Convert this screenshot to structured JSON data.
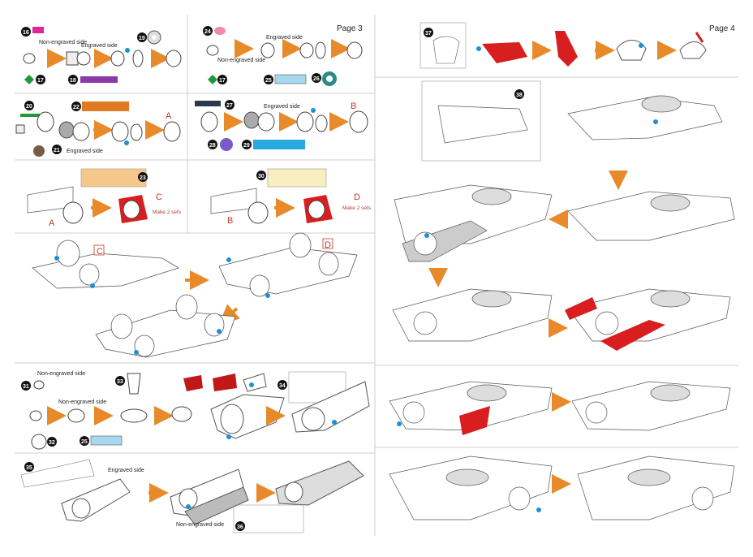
{
  "pages": {
    "left": "Page 3",
    "right": "Page 4"
  },
  "step_numbers": [
    "16",
    "17",
    "18",
    "19",
    "24",
    "17",
    "25",
    "26",
    "20",
    "21",
    "22",
    "27",
    "28",
    "29",
    "23",
    "30",
    "31",
    "32",
    "25",
    "33",
    "34",
    "35",
    "36",
    "37",
    "38"
  ],
  "labels": {
    "non_engraved_side": "Non-engraved side",
    "engraved_side": "Engraved side",
    "make_2_sets": "Make 2 sets"
  },
  "section_letters": {
    "a": "A",
    "b": "B",
    "c": "C",
    "d": "D"
  },
  "colors": {
    "arrow": "#e88a2a",
    "highlight_red": "#d81e1e",
    "dot_blue": "#1f8fd1",
    "panel_border": "#c8c8c8",
    "part_pink": "#e0249a",
    "part_green": "#1e9a3a",
    "part_purple": "#8a3aa8",
    "part_orange": "#e07a20",
    "part_brown": "#7a5a4a",
    "part_violet": "#7a5ac8",
    "part_cyan": "#2aa8e0",
    "part_lightblue": "#a8d8f0",
    "part_teal": "#2a8a8a",
    "part_peach": "#f5c88a",
    "part_cream": "#f8eec0"
  }
}
